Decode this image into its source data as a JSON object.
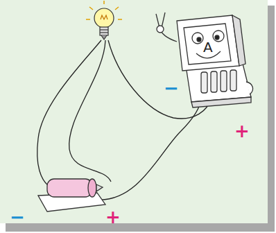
{
  "diagram": {
    "labels": [
      "A",
      "−",
      "+",
      "−",
      "+"
    ]
  }
}
